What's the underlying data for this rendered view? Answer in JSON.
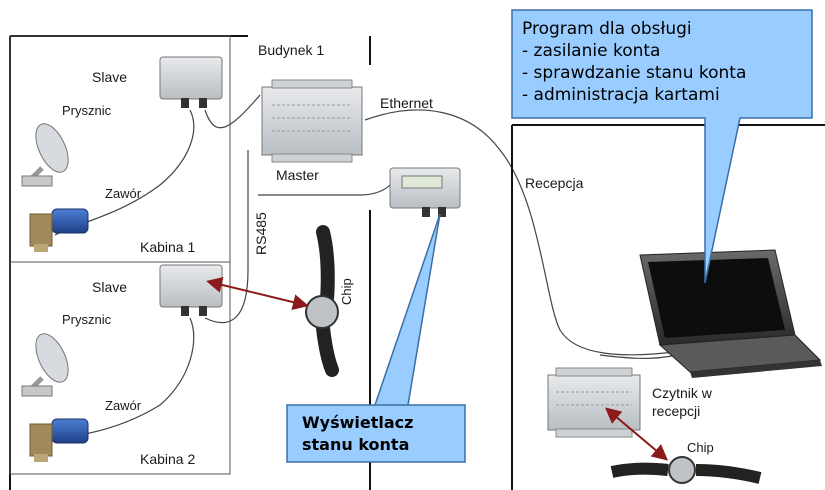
{
  "building": {
    "title": "Budynek 1",
    "cabins": [
      {
        "title": "Kabina 1",
        "slave_label": "Slave",
        "shower_label": "Prysznic",
        "valve_label": "Zawór"
      },
      {
        "title": "Kabina 2",
        "slave_label": "Slave",
        "shower_label": "Prysznic",
        "valve_label": "Zawór"
      }
    ],
    "master_label": "Master",
    "bus_label": "RS485",
    "chip_label": "Chip"
  },
  "network": {
    "ethernet_label": "Ethernet"
  },
  "reception": {
    "title": "Recepcja",
    "reader_label_line1": "Czytnik w",
    "reader_label_line2": "recepcji",
    "chip_label": "Chip"
  },
  "callouts": {
    "program": {
      "lines": [
        "Program dla obsługi",
        "- zasilanie konta",
        "- sprawdzanie stanu konta",
        "- administracja kartami"
      ]
    },
    "display": {
      "lines": [
        "Wyświetlacz",
        "stanu konta"
      ]
    }
  },
  "colors": {
    "callout_fill": "#99ccff",
    "callout_stroke": "#3a6fa5",
    "arrow": "#8b1a1a",
    "valve_blue": "#2b57b0"
  }
}
